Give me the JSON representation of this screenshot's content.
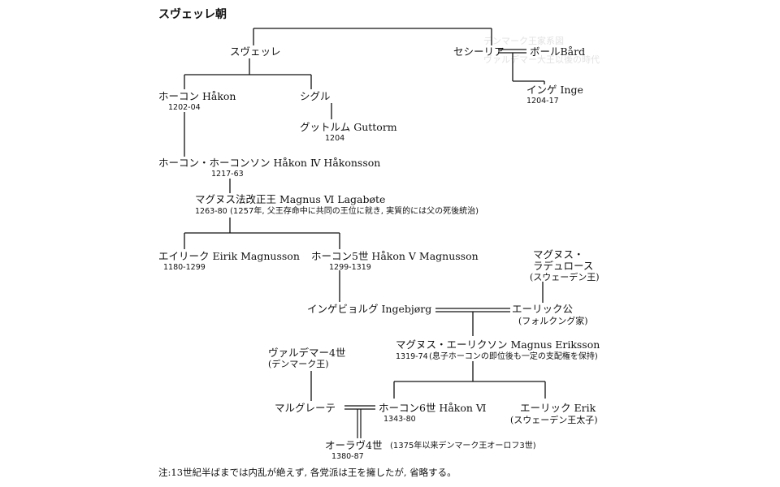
{
  "title": "スヴェッレ朝",
  "persons": {
    "sverre": {
      "name": "スヴェッレ"
    },
    "cecilia": {
      "name": "セシーリア"
    },
    "bard": {
      "name": "ボールBård"
    },
    "haakon3": {
      "name": "ホーコン Håkon",
      "years": "1202-04"
    },
    "sigurd": {
      "name": "シグル"
    },
    "guttorm": {
      "name": "グットルム Guttorm",
      "years": "1204"
    },
    "inge": {
      "name": "インゲ Inge",
      "years": "1204-17"
    },
    "haakon4": {
      "name": "ホーコン・ホーコンソン Håkon Ⅳ Håkonsson",
      "years": "1217-63"
    },
    "magnus6": {
      "name": "マグヌス法改正王 Magnus Ⅵ Lagabøte",
      "years": "1263-80",
      "note": "(1257年, 父王存命中に共同の王位に就き, 実質的には父の死後統治)"
    },
    "eirik": {
      "name": "エイリーク Eirik Magnusson",
      "years": "1180-1299"
    },
    "haakon5": {
      "name": "ホーコン5世 Håkon Ⅴ Magnusson",
      "years": "1299-1319"
    },
    "magnus_ladulas": {
      "name1": "マグヌス・",
      "name2": "ラデュロース",
      "note": "(スウェーデン王)"
    },
    "ingebjorg": {
      "name": "インゲビョルグ Ingebjørg"
    },
    "erik_duke": {
      "name": "エーリック公",
      "note": "(フォルクング家)"
    },
    "magnus_eriksson": {
      "name": "マグヌス・エーリクソン Magnus Eriksson",
      "years": "1319-74",
      "note": "(息子ホーコンの即位後も一定の支配権を保持)"
    },
    "valdemar": {
      "name": "ヴァルデマー4世",
      "note": "(デンマーク王)"
    },
    "margrete": {
      "name": "マルグレーテ"
    },
    "haakon6": {
      "name": "ホーコン6世 Håkon Ⅵ",
      "years": "1343-80"
    },
    "erik_son": {
      "name": "エーリック Erik",
      "note": "(スウェーデン王太子)"
    },
    "olav": {
      "name": "オーラヴ4世",
      "years": "1380-87",
      "note": "(1375年以来デンマーク王オーロフ3世)"
    }
  },
  "footnote": "注:13世紀半ばまでは内乱が絶えず, 各党派は王を擁したが, 省略する。",
  "bleed": {
    "line1": "デンマーク王家系図",
    "line2": "ヴァルデマー大王以後の時代"
  }
}
